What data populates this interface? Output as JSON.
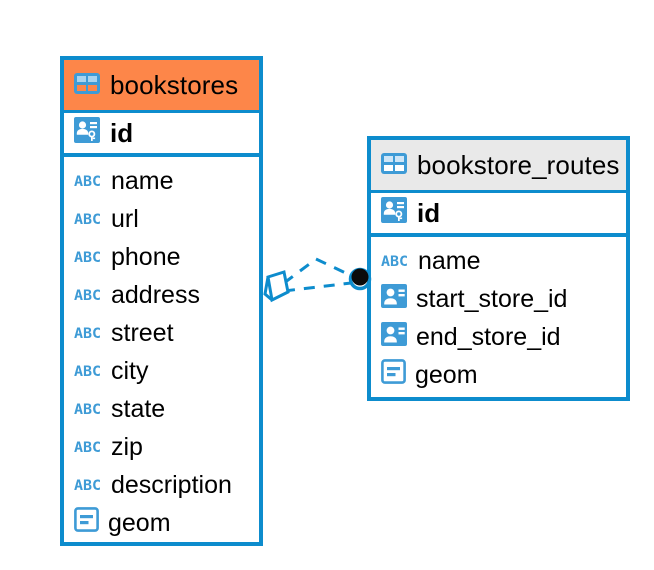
{
  "diagram": {
    "type": "entity-relationship-diagram",
    "background": "#ffffff",
    "accent_color": "#0d8ccd",
    "highlight_color": "#fd8649",
    "icon_color": "#3e9bd6"
  },
  "entities": [
    {
      "name": "bookstores",
      "header_icon": "table-icon",
      "header_style": "orange",
      "primary_key": {
        "label": "id",
        "icon": "primary-key-icon"
      },
      "fields": [
        {
          "label": "name",
          "icon": "abc-text-icon",
          "icon_text": "ABC"
        },
        {
          "label": "url",
          "icon": "abc-text-icon",
          "icon_text": "ABC"
        },
        {
          "label": "phone",
          "icon": "abc-text-icon",
          "icon_text": "ABC"
        },
        {
          "label": "address",
          "icon": "abc-text-icon",
          "icon_text": "ABC"
        },
        {
          "label": "street",
          "icon": "abc-text-icon",
          "icon_text": "ABC"
        },
        {
          "label": "city",
          "icon": "abc-text-icon",
          "icon_text": "ABC"
        },
        {
          "label": "state",
          "icon": "abc-text-icon",
          "icon_text": "ABC"
        },
        {
          "label": "zip",
          "icon": "abc-text-icon",
          "icon_text": "ABC"
        },
        {
          "label": "description",
          "icon": "abc-text-icon",
          "icon_text": "ABC"
        },
        {
          "label": "geom",
          "icon": "geometry-icon",
          "icon_text": ""
        }
      ]
    },
    {
      "name": "bookstore_routes",
      "header_icon": "table-icon",
      "header_style": "grey",
      "primary_key": {
        "label": "id",
        "icon": "primary-key-icon"
      },
      "fields": [
        {
          "label": "name",
          "icon": "abc-text-icon",
          "icon_text": "ABC"
        },
        {
          "label": "start_store_id",
          "icon": "foreign-key-icon",
          "icon_text": ""
        },
        {
          "label": "end_store_id",
          "icon": "foreign-key-icon",
          "icon_text": ""
        },
        {
          "label": "geom",
          "icon": "geometry-icon",
          "icon_text": ""
        }
      ]
    }
  ],
  "relationship": {
    "source_entity": "bookstores",
    "target_entity": "bookstore_routes",
    "source_marker": "open-polygon-marker",
    "target_marker": "filled-circle-marker",
    "line_style": "dashed",
    "line_color": "#0d8ccd"
  }
}
